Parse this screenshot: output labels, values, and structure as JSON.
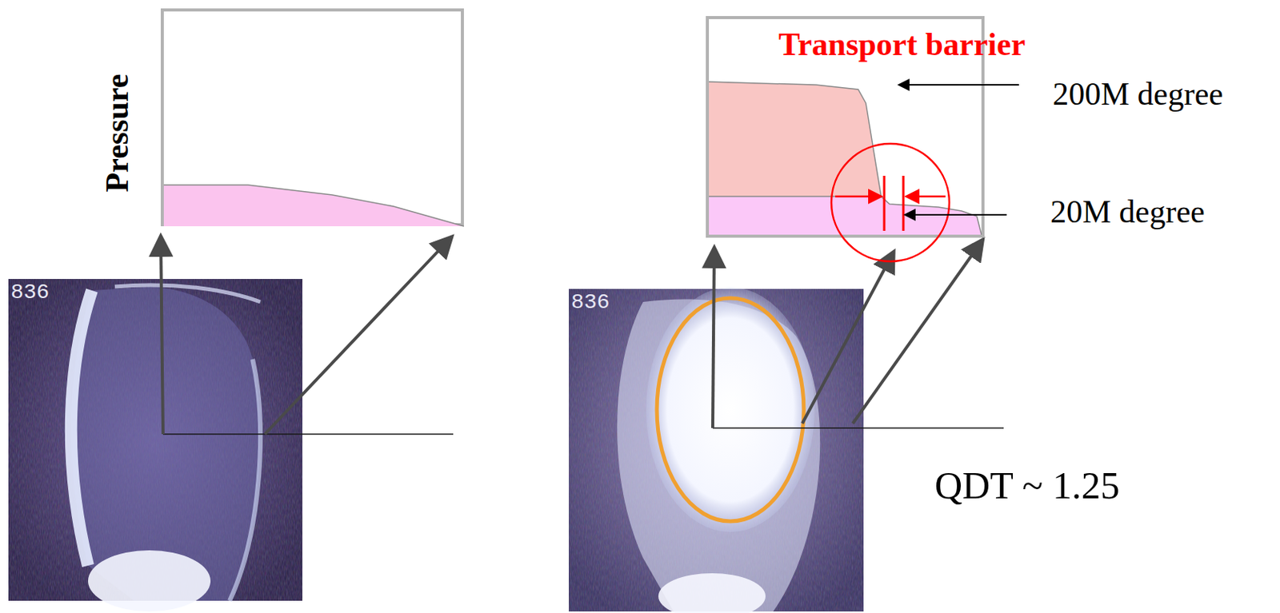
{
  "diagram": {
    "nodes": [
      {
        "text": [
          "Pressure"
        ]
      },
      {
        "text": [
          "Transport barrier"
        ]
      }
    ],
    "labels": [
      "836",
      "836",
      "200M degree",
      "20M degree",
      "QDT ~ 1.25"
    ]
  }
}
